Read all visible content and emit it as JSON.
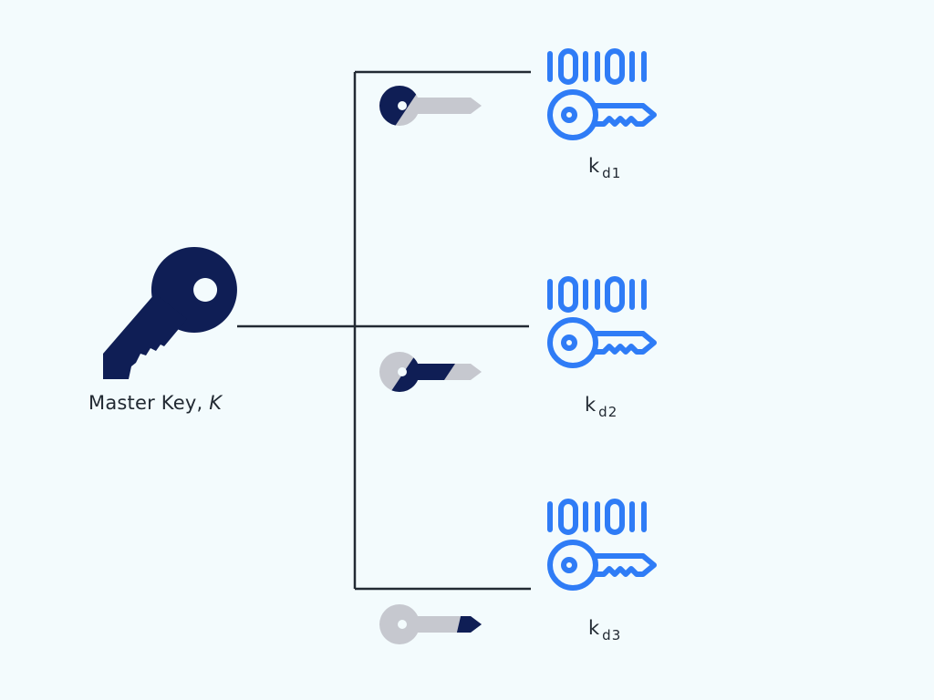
{
  "colors": {
    "background": "#f3fbfd",
    "master_key": "#0f1e55",
    "derived_key": "#2f7cf6",
    "fragment_light": "#c6c8cf",
    "fragment_dark": "#0f1e55",
    "connector": "#222a33",
    "text": "#222a33"
  },
  "master": {
    "label_text": "Master Key, ",
    "label_var": "K",
    "icon": "key-icon"
  },
  "derived_keys": [
    {
      "bits": "1011011",
      "label_main": "k",
      "label_sub": "d1",
      "icon": "key-outline-icon"
    },
    {
      "bits": "1011011",
      "label_main": "k",
      "label_sub": "d2",
      "icon": "key-outline-icon"
    },
    {
      "bits": "1011011",
      "label_main": "k",
      "label_sub": "d3",
      "icon": "key-outline-icon"
    }
  ],
  "fragments": [
    {
      "highlighted_part": "head",
      "icon": "key-fragment-icon"
    },
    {
      "highlighted_part": "middle",
      "icon": "key-fragment-icon"
    },
    {
      "highlighted_part": "tip",
      "icon": "key-fragment-icon"
    }
  ]
}
